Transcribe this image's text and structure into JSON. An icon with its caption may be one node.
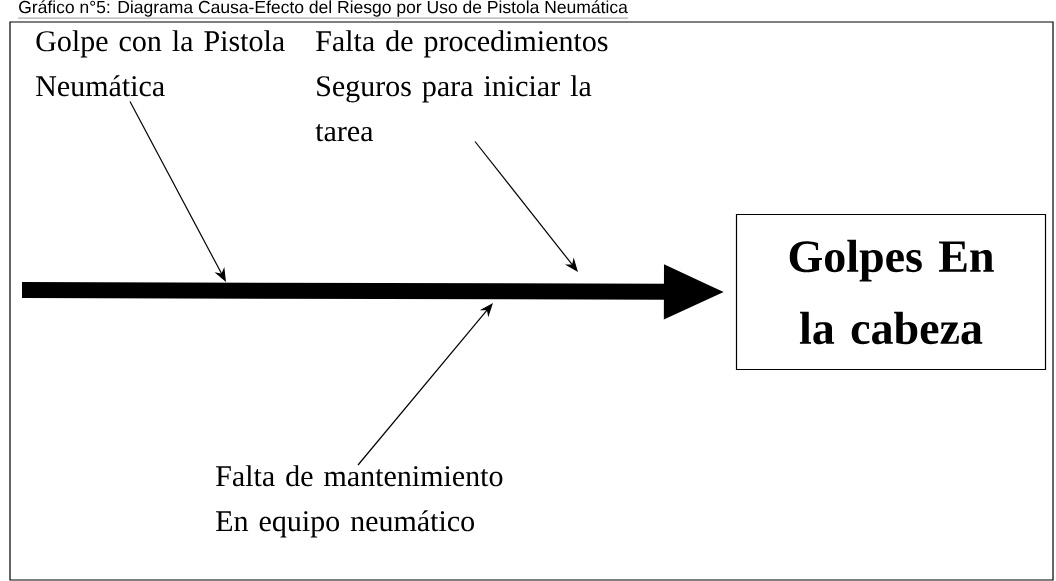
{
  "diagram": {
    "title": "Gráfico n°5: Diagrama Causa-Efecto del Riesgo por Uso de Pistola Neumática",
    "nodes": [
      {
        "text": [
          "Golpe con la Pistola Neumática"
        ]
      },
      {
        "text": [
          "Falta de procedimientos Seguros para iniciar la tarea"
        ]
      },
      {
        "text": [
          "Falta de mantenimiento En equipo neumático"
        ]
      },
      {
        "text": [
          "Golpes En la cabeza"
        ]
      }
    ],
    "edges": [
      {
        "from": 0,
        "to": null,
        "arrow": "to"
      },
      {
        "from": 1,
        "to": null,
        "arrow": "to"
      },
      {
        "from": 2,
        "to": null,
        "arrow": "to"
      },
      {
        "from": null,
        "to": 3,
        "arrow": "to",
        "style": "thick"
      }
    ]
  }
}
